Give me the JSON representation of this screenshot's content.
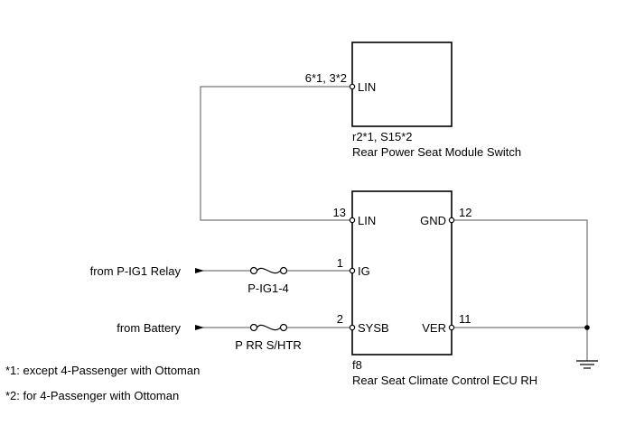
{
  "module_switch": {
    "pin_number": "6*1, 3*2",
    "pin_label": "LIN",
    "connector": "r2*1, S15*2",
    "name": "Rear Power Seat Module Switch"
  },
  "ecu": {
    "connector": "f8",
    "name": "Rear Seat Climate Control ECU RH",
    "pins": {
      "lin": {
        "number": "13",
        "label": "LIN"
      },
      "ig": {
        "number": "1",
        "label": "IG"
      },
      "sysb": {
        "number": "2",
        "label": "SYSB"
      },
      "gnd": {
        "number": "12",
        "label": "GND"
      },
      "ver": {
        "number": "11",
        "label": "VER"
      }
    }
  },
  "sources": {
    "relay": "from P-IG1 Relay",
    "battery": "from Battery"
  },
  "fuses": {
    "ig": "P-IG1-4",
    "battery": "P RR S/HTR"
  },
  "notes": [
    "*1: except 4-Passenger with Ottoman",
    "*2: for 4-Passenger with Ottoman"
  ]
}
